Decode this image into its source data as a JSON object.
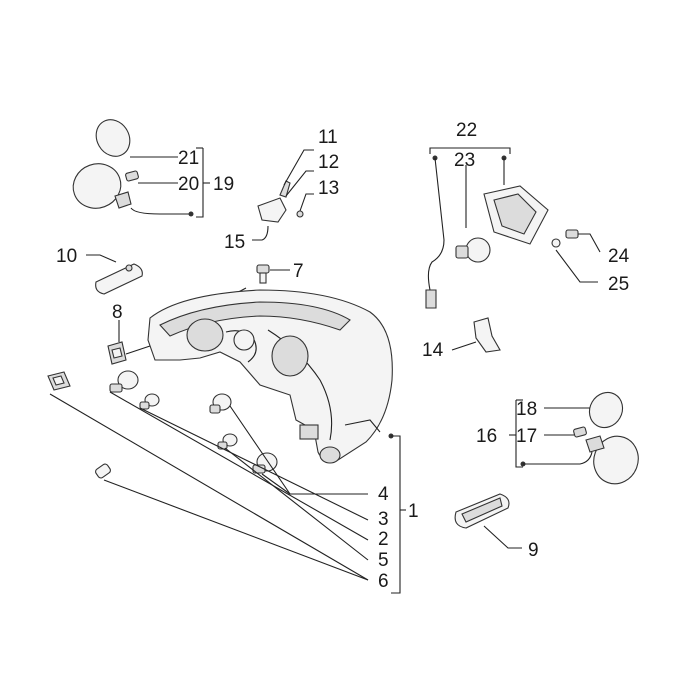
{
  "callouts": {
    "n1": "1",
    "n2": "2",
    "n3": "3",
    "n4": "4",
    "n5": "5",
    "n6": "6",
    "n7": "7",
    "n8": "8",
    "n9": "9",
    "n10": "10",
    "n11": "11",
    "n12": "12",
    "n13": "13",
    "n14": "14",
    "n15": "15",
    "n16": "16",
    "n17": "17",
    "n18": "18",
    "n19": "19",
    "n20": "20",
    "n21": "21",
    "n22": "22",
    "n23": "23",
    "n24": "24",
    "n25": "25"
  }
}
